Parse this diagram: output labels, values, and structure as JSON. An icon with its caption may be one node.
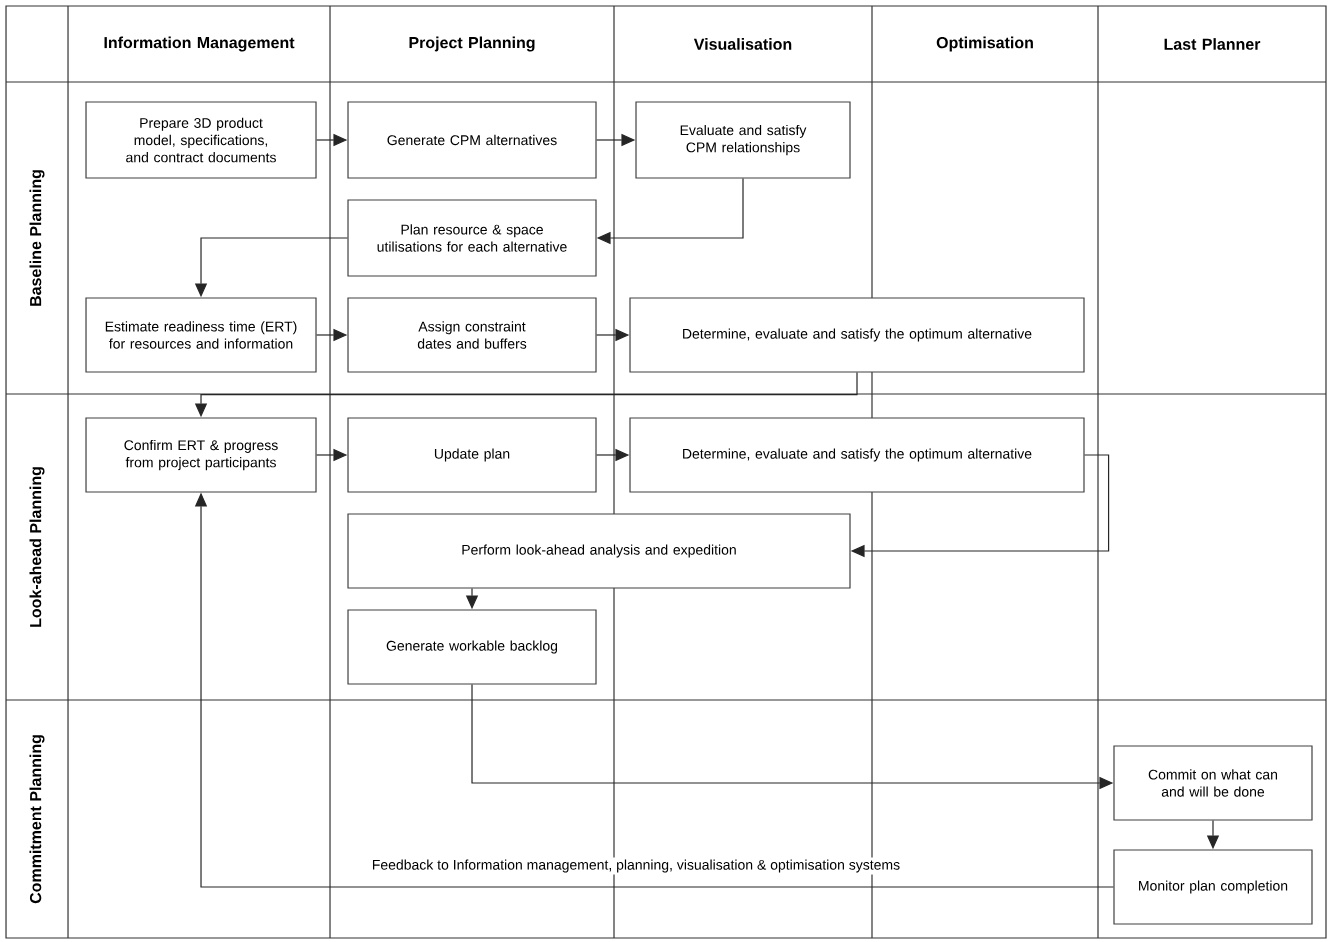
{
  "diagram": {
    "nodes": [
      {
        "text": [
          "Prepare 3D product model, specifications, and contract documents"
        ]
      },
      {
        "text": [
          "Generate CPM alternatives"
        ]
      },
      {
        "text": [
          "Evaluate and satisfy CPM relationships"
        ]
      },
      {
        "text": [
          "Plan resource & space utilisations for each alternative"
        ]
      },
      {
        "text": [
          "Estimate readiness time (ERT) for resources and information"
        ]
      },
      {
        "text": [
          "Assign constraint dates and buffers"
        ]
      },
      {
        "text": [
          "Determine, evaluate and satisfy the optimum alternative"
        ]
      },
      {
        "text": [
          "Confirm ERT & progress from project participants"
        ]
      },
      {
        "text": [
          "Update plan"
        ]
      },
      {
        "text": [
          "Determine, evaluate and satisfy the optimum alternative"
        ]
      },
      {
        "text": [
          "Perform look-ahead analysis and expedition"
        ]
      },
      {
        "text": [
          "Generate workable backlog"
        ]
      },
      {
        "text": [
          "Commit on what can and will be done"
        ]
      },
      {
        "text": [
          "Monitor plan completion"
        ]
      }
    ],
    "edges": [
      {
        "from": 0,
        "to": 1,
        "arrow": "to"
      },
      {
        "from": 1,
        "to": 2,
        "arrow": "to"
      },
      {
        "from": 2,
        "to": 3,
        "arrow": "to"
      },
      {
        "from": 3,
        "to": 4,
        "arrow": "to"
      },
      {
        "from": 4,
        "to": 5,
        "arrow": "to"
      },
      {
        "from": 5,
        "to": 6,
        "arrow": "to"
      },
      {
        "from": 6,
        "to": 7,
        "arrow": "to"
      },
      {
        "from": 7,
        "to": 8,
        "arrow": "to"
      },
      {
        "from": 8,
        "to": 9,
        "arrow": "to"
      },
      {
        "from": 9,
        "to": 10,
        "arrow": "to"
      },
      {
        "from": 10,
        "to": 11,
        "arrow": "to"
      },
      {
        "from": 11,
        "to": 12,
        "arrow": "to"
      },
      {
        "from": 12,
        "to": 13,
        "arrow": "to"
      },
      {
        "from": 13,
        "to": 7,
        "arrow": "to",
        "label": "Feedback to Information management, planning, visualisation & optimisation systems"
      }
    ],
    "labels": [
      "Information Management",
      "Project Planning",
      "Visualisation",
      "Optimisation",
      "Last Planner",
      "Baseline Planning",
      "Look-ahead Planning",
      "Commitment Planning"
    ]
  }
}
